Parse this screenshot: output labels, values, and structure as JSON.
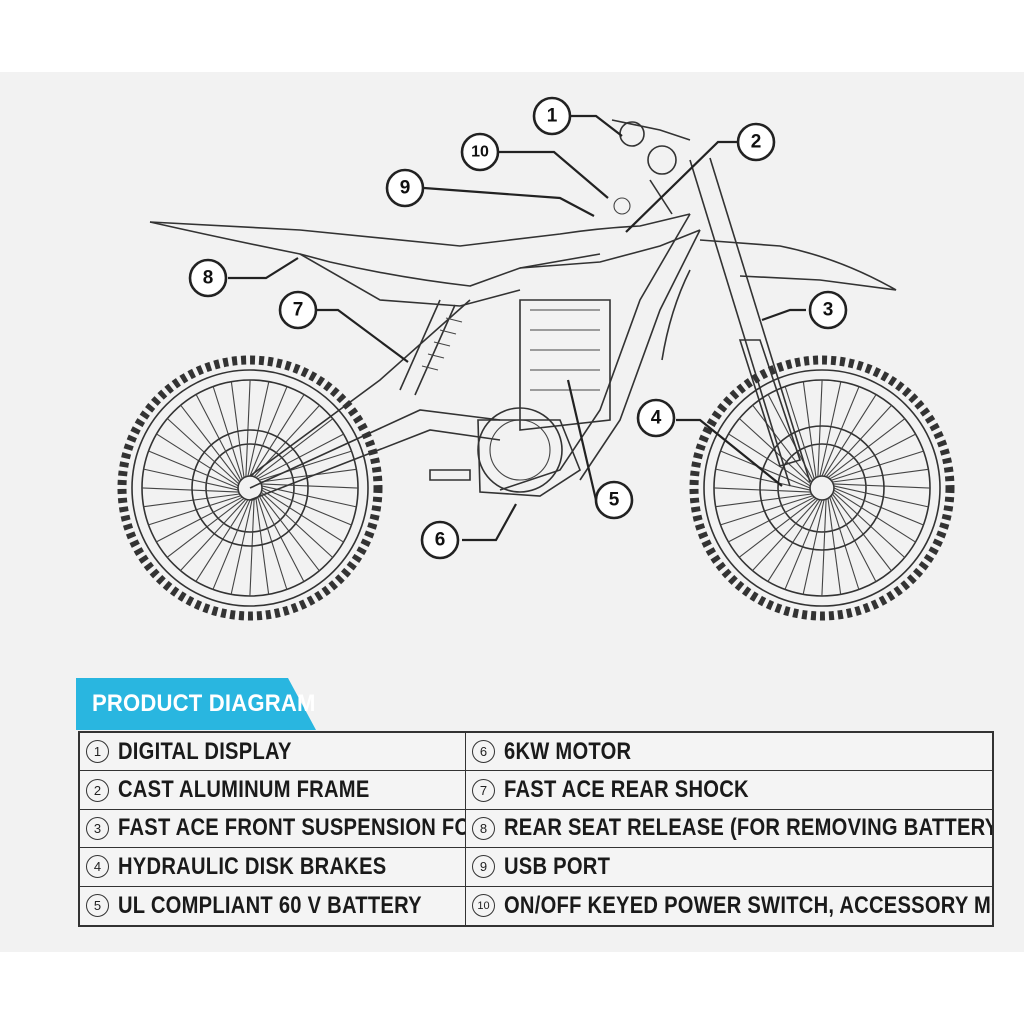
{
  "diagram": {
    "callouts": [
      "1",
      "2",
      "3",
      "4",
      "5",
      "6",
      "7",
      "8",
      "9",
      "10"
    ]
  },
  "banner": {
    "title": "PRODUCT DIAGRAM",
    "color": "#29b6e0"
  },
  "items": [
    {
      "num": "1",
      "label": "DIGITAL DISPLAY"
    },
    {
      "num": "2",
      "label": "CAST ALUMINUM FRAME"
    },
    {
      "num": "3",
      "label": "FAST ACE FRONT SUSPENSION FORK"
    },
    {
      "num": "4",
      "label": "HYDRAULIC DISK BRAKES"
    },
    {
      "num": "5",
      "label": "UL COMPLIANT 60 V BATTERY"
    },
    {
      "num": "6",
      "label": "6KW MOTOR"
    },
    {
      "num": "7",
      "label": "FAST ACE REAR SHOCK"
    },
    {
      "num": "8",
      "label": "REAR SEAT RELEASE (FOR REMOVING BATTERY)"
    },
    {
      "num": "9",
      "label": "USB PORT"
    },
    {
      "num": "10",
      "label": "ON/OFF KEYED POWER SWITCH, ACCESSORY MODE"
    }
  ]
}
